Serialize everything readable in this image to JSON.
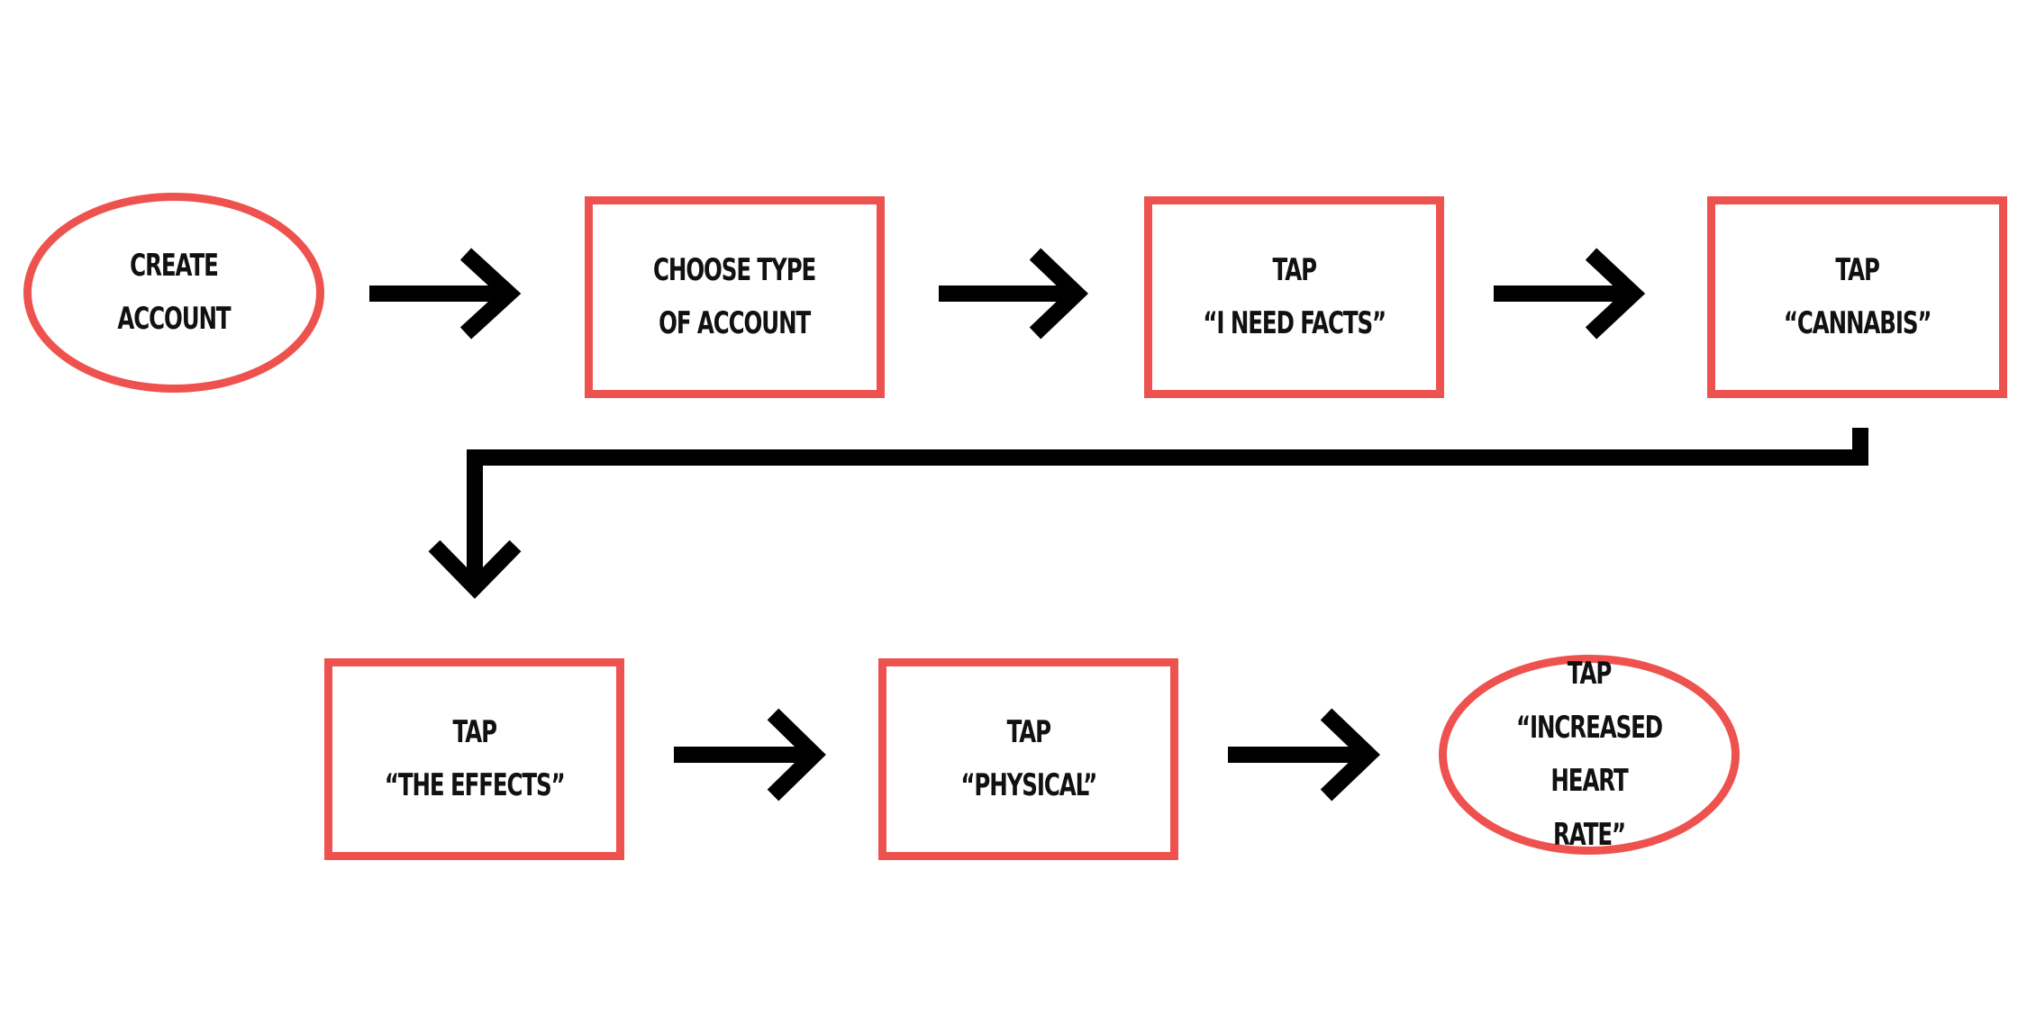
{
  "diagram": {
    "nodes": [
      {
        "id": "create-account",
        "shape": "ellipse",
        "label": "CREATE\nACCOUNT"
      },
      {
        "id": "choose-type",
        "shape": "rect",
        "label": "CHOOSE TYPE\nOF ACCOUNT"
      },
      {
        "id": "tap-i-need-facts",
        "shape": "rect",
        "label": "TAP\n“I NEED FACTS”"
      },
      {
        "id": "tap-cannabis",
        "shape": "rect",
        "label": "TAP\n“CANNABIS”"
      },
      {
        "id": "tap-the-effects",
        "shape": "rect",
        "label": "TAP\n“THE EFFECTS”"
      },
      {
        "id": "tap-physical",
        "shape": "rect",
        "label": "TAP\n“PHYSICAL”"
      },
      {
        "id": "tap-increased-heart-rate",
        "shape": "ellipse",
        "label": "TAP\n“INCREASED HEART\nRATE”"
      }
    ],
    "edges": [
      {
        "from": "create-account",
        "to": "choose-type"
      },
      {
        "from": "choose-type",
        "to": "tap-i-need-facts"
      },
      {
        "from": "tap-i-need-facts",
        "to": "tap-cannabis"
      },
      {
        "from": "tap-cannabis",
        "to": "tap-the-effects"
      },
      {
        "from": "tap-the-effects",
        "to": "tap-physical"
      },
      {
        "from": "tap-physical",
        "to": "tap-increased-heart-rate"
      }
    ],
    "colors": {
      "node_border": "#ee524e",
      "arrow": "#000000",
      "text": "#111111"
    }
  }
}
